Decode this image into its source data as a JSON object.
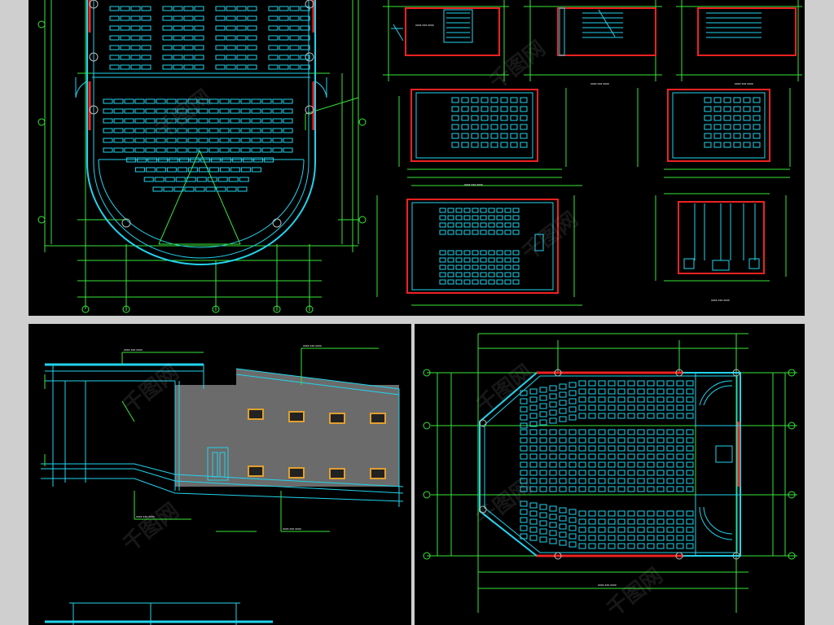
{
  "board": {
    "background": "#cfcfcf",
    "panel_background": "#000000"
  },
  "palette": {
    "seat": "#22d3ee",
    "wall": "#ee2222",
    "dimension": "#39e639",
    "grid_axis": "#39e639",
    "text": "#ffffff",
    "facade_fill": "#6b6b6b",
    "window": "#e0a030"
  },
  "drawings": [
    {
      "id": "auditorium-plan",
      "kind": "floor plan",
      "panel": "top"
    },
    {
      "id": "stair-plan-a",
      "kind": "stair plan",
      "panel": "top"
    },
    {
      "id": "stair-plan-b",
      "kind": "stair plan",
      "panel": "top"
    },
    {
      "id": "stair-plan-c",
      "kind": "stair plan",
      "panel": "top"
    },
    {
      "id": "classroom-plan-a",
      "kind": "classroom plan",
      "panel": "top"
    },
    {
      "id": "classroom-plan-b",
      "kind": "classroom plan",
      "panel": "top"
    },
    {
      "id": "lecture-room-plan",
      "kind": "lecture room plan",
      "panel": "top"
    },
    {
      "id": "toilet-plan",
      "kind": "toilet plan",
      "panel": "top"
    },
    {
      "id": "section-elevation",
      "kind": "section / elevation",
      "panel": "bottom-left"
    },
    {
      "id": "lecture-hall-plan",
      "kind": "lecture hall plan",
      "panel": "bottom-right"
    }
  ],
  "labels": {
    "small_text": "xxxx  xxx  xxxx",
    "watermark": "千图网"
  }
}
